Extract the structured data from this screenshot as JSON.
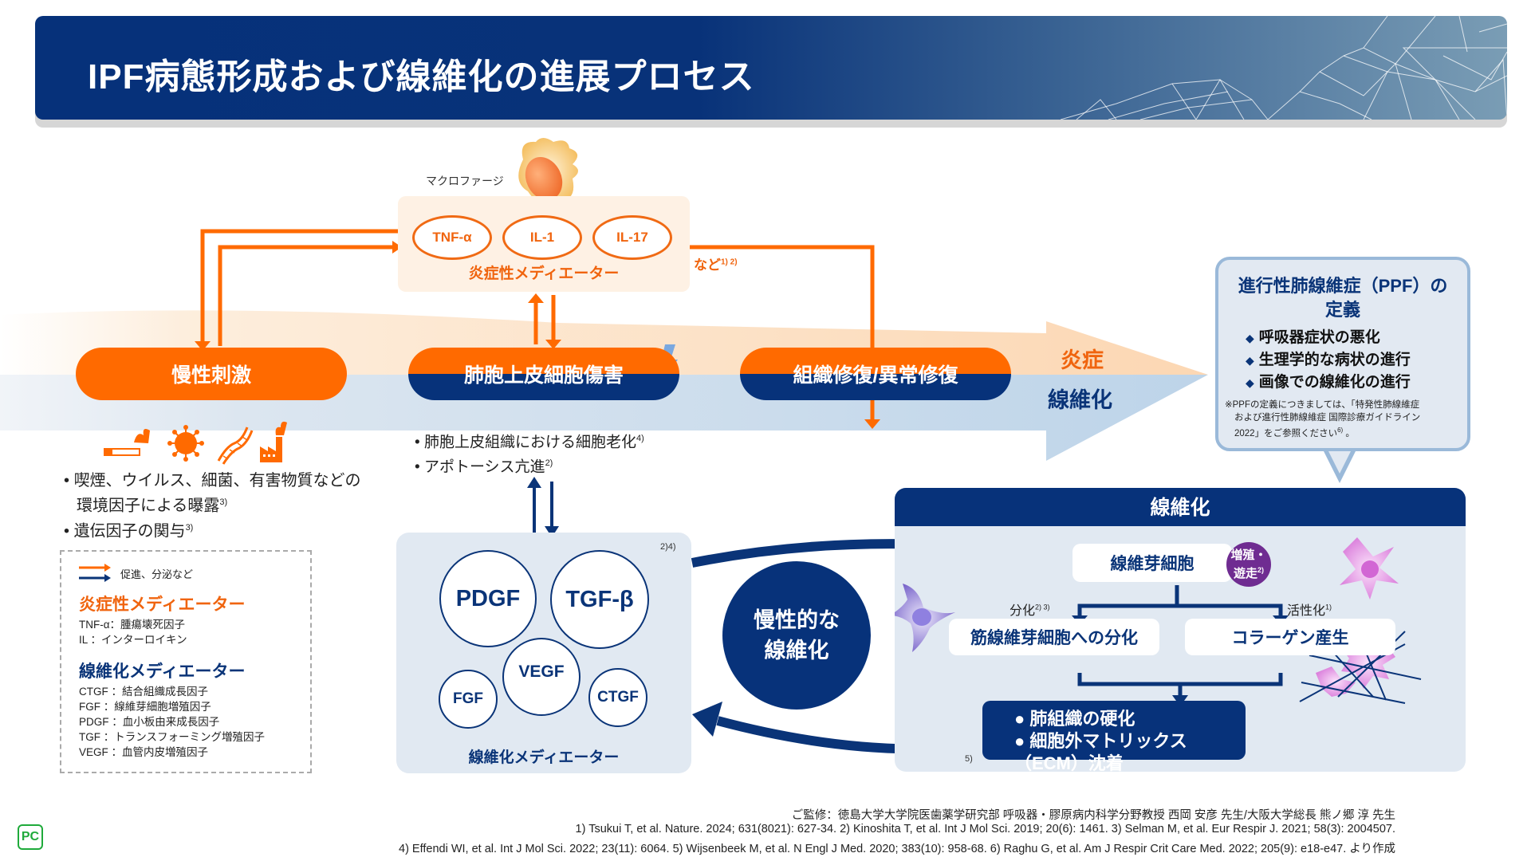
{
  "header": {
    "title": "IPF病態形成および線維化の進展プロセス"
  },
  "colors": {
    "navy": "#07327a",
    "orange": "#ff6a00",
    "orange_text": "#f0640e",
    "light_blue_bg": "#e1e9f2",
    "purple": "#6f2c91"
  },
  "inflammatory_mediators": {
    "macrophage_label": "マクロファージ",
    "items": [
      "TNF-α",
      "IL-1",
      "IL-17"
    ],
    "label": "炎症性メディエーター",
    "etc": "など",
    "etc_ref": "1) 2)"
  },
  "process_steps": [
    {
      "label": "慢性刺激"
    },
    {
      "label": "肺胞上皮細胞傷害"
    },
    {
      "label": "組織修復/異常修復"
    }
  ],
  "big_arrow": {
    "top_label": "炎症",
    "bottom_label": "線維化"
  },
  "chronic_stimulus": {
    "icons": [
      "cigarette-icon",
      "virus-icon",
      "dna-icon",
      "factory-icon"
    ],
    "bullets": [
      {
        "text": "喫煙、ウイルス、細菌、有害物質などの",
        "text2": "環境因子による曝露",
        "ref": "3)"
      },
      {
        "text": "遺伝因子の関与",
        "ref": "3)"
      }
    ]
  },
  "epithelial_injury": {
    "bullets": [
      {
        "text": "肺胞上皮組織における細胞老化",
        "ref": "4)"
      },
      {
        "text": "アポトーシス亢進",
        "ref": "2)"
      }
    ]
  },
  "ppf": {
    "title_line1": "進行性肺線維症（PPF）の",
    "title_line2": "定義",
    "items": [
      "呼吸器症状の悪化",
      "生理学的な病状の進行",
      "画像での線維化の進行"
    ],
    "note_line1": "※PPFの定義につきましては、「特発性肺線維症",
    "note_line2": "および進行性肺線維症 国際診療ガイドライン",
    "note_line3": "2022」をご参照ください",
    "note_ref": "6)",
    "note_end": " 。"
  },
  "legend": {
    "arrow_text": "促進、分泌など",
    "inflammatory_title": "炎症性メディエーター",
    "inflammatory_items": [
      "TNF-α：腫瘍壊死因子",
      "IL ：インターロイキン"
    ],
    "fibrosis_title": "線維化メディエーター",
    "fibrosis_items": [
      "CTGF ：結合組織成長因子",
      "FGF ：線維芽細胞増殖因子",
      "PDGF ：血小板由来成長因子",
      "TGF ：トランスフォーミング増殖因子",
      "VEGF ：血管内皮増殖因子"
    ]
  },
  "fibrosis_mediators": {
    "ref": "2)4)",
    "items": [
      "PDGF",
      "TGF-β",
      "VEGF",
      "FGF",
      "CTGF"
    ],
    "label": "線維化メディエーター"
  },
  "chronic_fibrosis": {
    "line1": "慢性的な",
    "line2": "線維化"
  },
  "fibrosis_panel": {
    "title": "線維化",
    "fibroblast": "線維芽細胞",
    "badge_line1": "増殖・",
    "badge_line2": "遊走",
    "badge_ref": "2)",
    "left_branch_label": "分化",
    "left_branch_ref": "2) 3)",
    "right_branch_label": "活性化",
    "right_branch_ref": "1)",
    "myofibroblast": "筋線維芽細胞への分化",
    "collagen": "コラーゲン産生",
    "result_items": [
      "肺組織の硬化",
      "細胞外マトリックス（ECM）沈着"
    ],
    "result_ref": "5)"
  },
  "footer": {
    "supervision": "ご監修：徳島大学大学院医歯薬学研究部 呼吸器・膠原病内科学分野教授 西岡 安彦 先生/大阪大学総長 熊ノ郷 淳 先生",
    "refs_line1": "1) Tsukui T, et al. Nature. 2024; 631(8021): 627-34. 2) Kinoshita T, et al. Int J Mol Sci. 2019; 20(6): 1461. 3) Selman M, et al. Eur Respir J. 2021; 58(3): 2004507.",
    "refs_line2": "4) Effendi WI, et al. Int J Mol Sci. 2022; 23(11): 6064. 5) Wijsenbeek M, et al. N Engl J Med. 2020; 383(10): 958-68. 6) Raghu G, et al. Am J Respir Crit Care Med. 2022; 205(9): e18-e47. より作成",
    "logo": "PC"
  }
}
